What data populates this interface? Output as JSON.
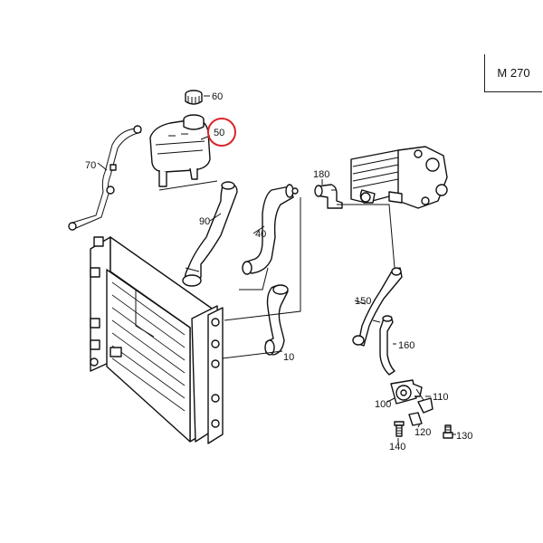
{
  "engine_code": "M 270",
  "highlight_color": "#d9252b",
  "callouts": {
    "p10": "10",
    "p40": "40",
    "p50": "50",
    "p60": "60",
    "p70": "70",
    "p90": "90",
    "p100": "100",
    "p110": "110",
    "p120": "120",
    "p130": "130",
    "p140": "140",
    "p150": "150",
    "p160": "160",
    "p180": "180"
  },
  "highlighted_part": "50"
}
